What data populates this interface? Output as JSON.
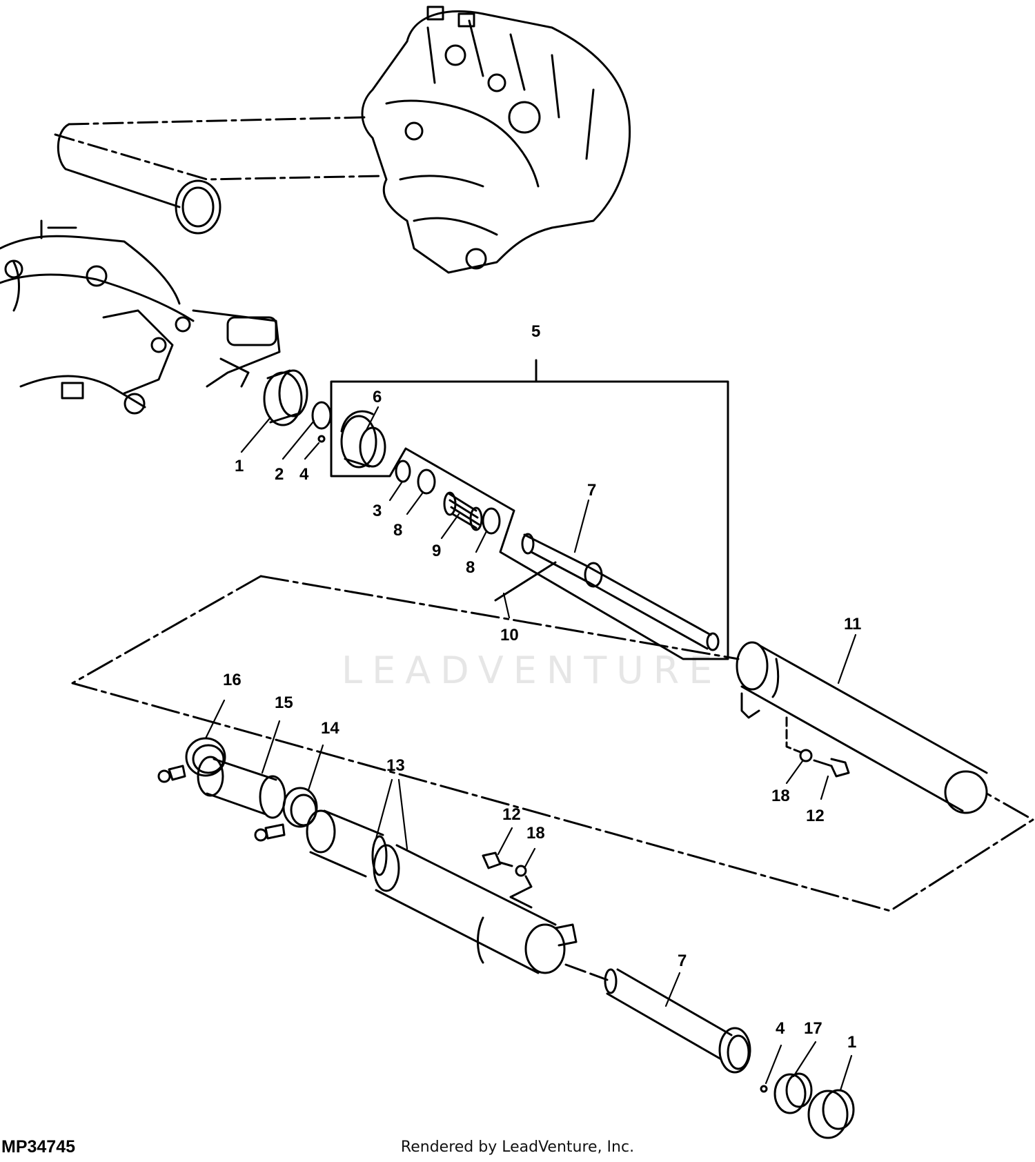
{
  "figure_id": "MP34745",
  "footer_text": "Rendered by LeadVenture, Inc.",
  "watermark_text": "LEADVENTURE",
  "callouts": [
    "1",
    "2",
    "4",
    "5",
    "6",
    "3",
    "8",
    "9",
    "8",
    "7",
    "10",
    "11",
    "18",
    "12",
    "16",
    "15",
    "14",
    "13",
    "12",
    "18",
    "7",
    "4",
    "17",
    "1"
  ],
  "colors": {
    "line": "#000000",
    "background": "#ffffff",
    "watermark": "#e6e6e6"
  }
}
